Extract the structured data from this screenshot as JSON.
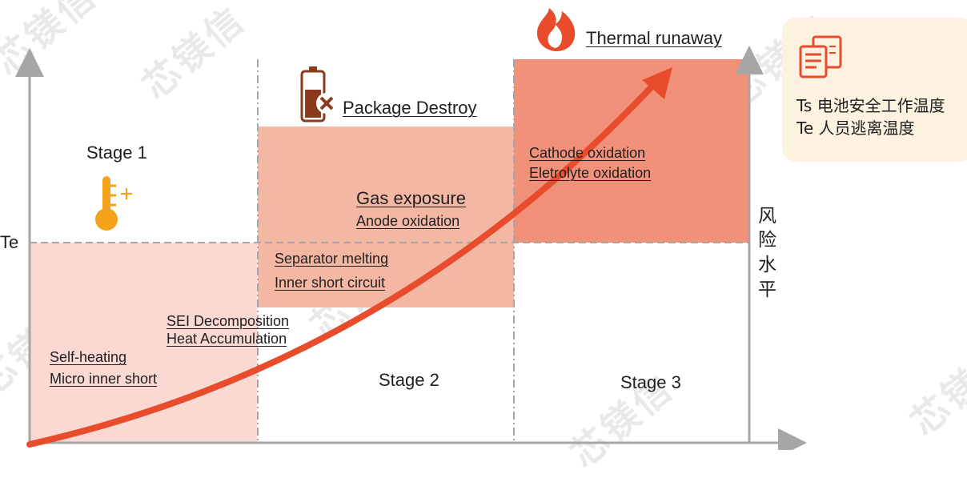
{
  "colors": {
    "stage1_fill": "#f9d9d1",
    "stage2_fill": "#f4b7a4",
    "stage3_fill": "#f2917a",
    "curve": "#e84c2c",
    "axis": "#a6a6a6",
    "note_bg": "#fdf1df",
    "icon_orange": "#f4a21a",
    "icon_red": "#e84c2c"
  },
  "axis": {
    "y_marker": "Te",
    "right_label": [
      "风",
      "险",
      "水",
      "平"
    ]
  },
  "stages": {
    "stage1": "Stage 1",
    "stage2": "Stage 2",
    "stage3": "Stage 3"
  },
  "titles": {
    "package": "Package Destroy",
    "thermal": "Thermal runaway"
  },
  "events": {
    "self_heating": "Self-heating",
    "micro_short": "Micro inner short",
    "sei": "SEI Decomposition",
    "heat_acc": "Heat Accumulation",
    "separator": "Separator melting",
    "inner_short": "Inner short circuit",
    "gas": "Gas exposure",
    "anode": "Anode oxidation",
    "cathode": "Cathode oxidation",
    "electrolyte": "Eletrolyte oxidation"
  },
  "legend": {
    "ts_abbr": "Ts",
    "ts_text": "电池安全工作温度",
    "te_abbr": "Te",
    "te_text": "人员逃离温度"
  },
  "watermark": "芯镁信",
  "icons": [
    "thermometer-icon",
    "battery-destroy-icon",
    "flame-icon",
    "document-icon"
  ]
}
